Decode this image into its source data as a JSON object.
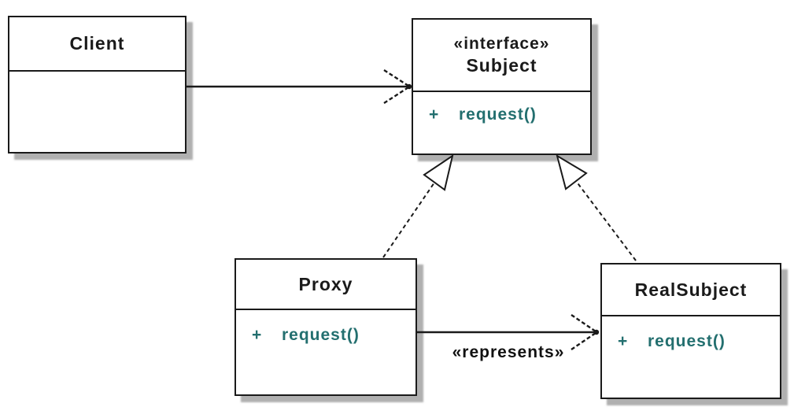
{
  "diagram": {
    "colors": {
      "background": "#ffffff",
      "box_fill": "#ffffff",
      "box_border": "#1a1a1a",
      "method_text": "#236f6f",
      "shadow": "#969696"
    },
    "classes": [
      {
        "name": "Client",
        "stereotype": "",
        "methods": []
      },
      {
        "name": "Subject",
        "stereotype": "«interface»",
        "methods": [
          {
            "visibility": "+",
            "signature": "request()"
          }
        ]
      },
      {
        "name": "Proxy",
        "stereotype": "",
        "methods": [
          {
            "visibility": "+",
            "signature": "request()"
          }
        ]
      },
      {
        "name": "RealSubject",
        "stereotype": "",
        "methods": [
          {
            "visibility": "+",
            "signature": "request()"
          }
        ]
      }
    ],
    "relations": [
      {
        "from": "Client",
        "to": "Subject",
        "type": "association",
        "arrow": "open",
        "label": ""
      },
      {
        "from": "Proxy",
        "to": "Subject",
        "type": "realization",
        "arrow": "hollow-triangle",
        "label": ""
      },
      {
        "from": "RealSubject",
        "to": "Subject",
        "type": "realization",
        "arrow": "hollow-triangle",
        "label": ""
      },
      {
        "from": "Proxy",
        "to": "RealSubject",
        "type": "association",
        "arrow": "open",
        "label": "«represents»"
      }
    ]
  }
}
